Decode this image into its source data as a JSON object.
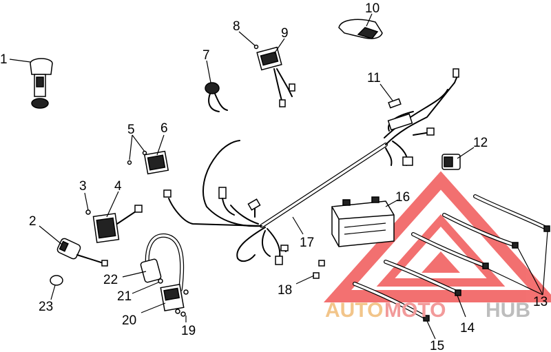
{
  "callouts": [
    {
      "id": 1,
      "label": "1"
    },
    {
      "id": 2,
      "label": "2"
    },
    {
      "id": 3,
      "label": "3"
    },
    {
      "id": 4,
      "label": "4"
    },
    {
      "id": 5,
      "label": "5"
    },
    {
      "id": 6,
      "label": "6"
    },
    {
      "id": 7,
      "label": "7"
    },
    {
      "id": 8,
      "label": "8"
    },
    {
      "id": 9,
      "label": "9"
    },
    {
      "id": 10,
      "label": "10"
    },
    {
      "id": 11,
      "label": "11"
    },
    {
      "id": 12,
      "label": "12"
    },
    {
      "id": 13,
      "label": "13"
    },
    {
      "id": 14,
      "label": "14"
    },
    {
      "id": 15,
      "label": "15"
    },
    {
      "id": 16,
      "label": "16"
    },
    {
      "id": 17,
      "label": "17"
    },
    {
      "id": 18,
      "label": "18"
    },
    {
      "id": 19,
      "label": "19"
    },
    {
      "id": 20,
      "label": "20"
    },
    {
      "id": 21,
      "label": "21"
    },
    {
      "id": 22,
      "label": "22"
    },
    {
      "id": 23,
      "label": "23"
    }
  ],
  "watermark": {
    "part1": "AUTO",
    "part2": "MOTO",
    "part3": "HUB",
    "color_auto": "#f2c58a",
    "color_moto": "#f29a9a",
    "color_hub": "#bdbdbd",
    "triangle_color": "#f04d4d"
  }
}
